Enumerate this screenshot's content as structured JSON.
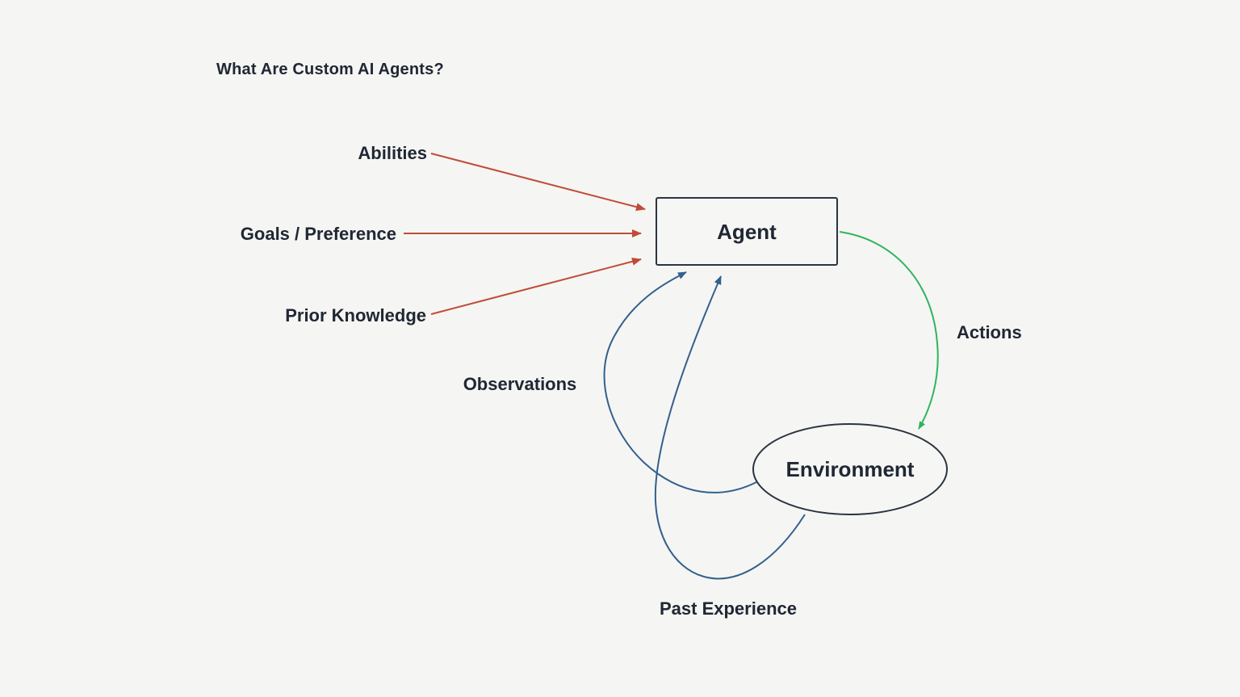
{
  "title": "What Are Custom AI Agents?",
  "diagram": {
    "nodes": {
      "agent": "Agent",
      "environment": "Environment"
    },
    "input_labels": {
      "abilities": "Abilities",
      "goals": "Goals / Preference",
      "prior_knowledge": "Prior Knowledge"
    },
    "edge_labels": {
      "actions": "Actions",
      "observations": "Observations",
      "past_experience": "Past Experience"
    },
    "colors": {
      "background": "#f5f5f3",
      "text": "#202734",
      "input_arrow": "#c14b38",
      "action_arrow": "#2fb45e",
      "feedback_arrow": "#33608d",
      "node_border": "#2b3440",
      "node_fill": "#f6f6f4"
    }
  }
}
